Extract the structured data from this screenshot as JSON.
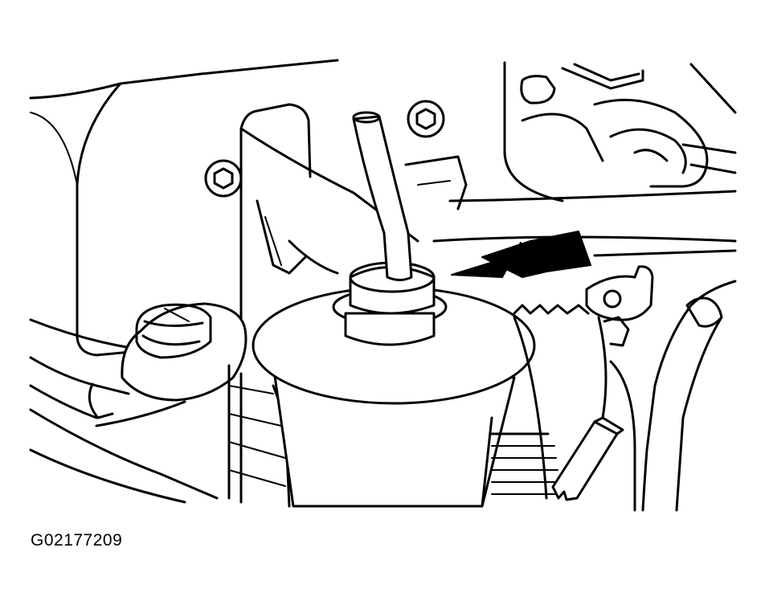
{
  "figure_code": "G02177209",
  "colors": {
    "line": "#000000",
    "background": "#ffffff"
  },
  "callouts": [
    {
      "type": "double-arrow",
      "points_to": "filter-outlet-grommet"
    }
  ]
}
